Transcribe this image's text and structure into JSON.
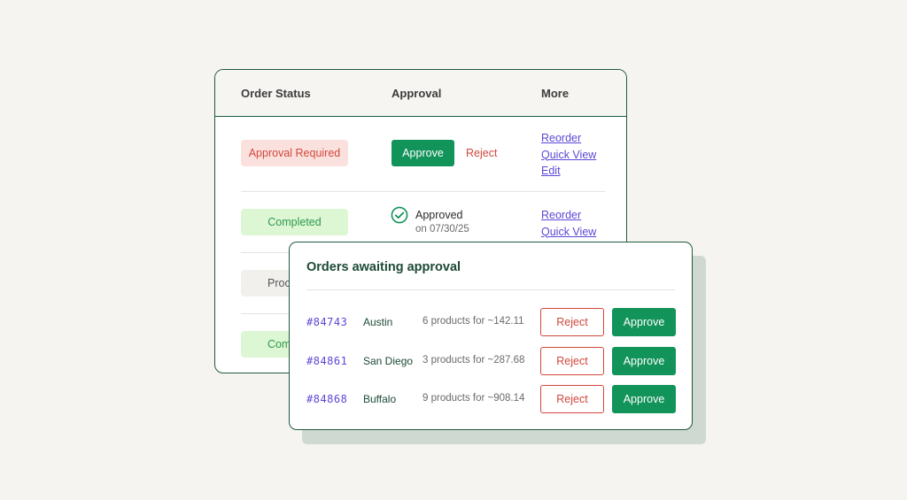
{
  "orders_table": {
    "headers": {
      "status": "Order Status",
      "approval": "Approval",
      "more": "More"
    },
    "rows": [
      {
        "status": "Approval Required",
        "approve_label": "Approve",
        "reject_label": "Reject",
        "links": [
          "Reorder",
          "Quick View",
          "Edit"
        ]
      },
      {
        "status": "Completed",
        "approval_status": "Approved",
        "approval_date": "on 07/30/25",
        "links": [
          "Reorder",
          "Quick View"
        ]
      },
      {
        "status": "Proc"
      },
      {
        "status": "Com"
      }
    ]
  },
  "awaiting_panel": {
    "title": "Orders awaiting approval",
    "orders": [
      {
        "id": "#84743",
        "city": "Austin",
        "summary": "6 products for ~142.11",
        "reject_label": "Reject",
        "approve_label": "Approve"
      },
      {
        "id": "#84861",
        "city": "San Diego",
        "summary": "3 products for ~287.68",
        "reject_label": "Reject",
        "approve_label": "Approve"
      },
      {
        "id": "#84868",
        "city": "Buffalo",
        "summary": "9 products for ~908.14",
        "reject_label": "Reject",
        "approve_label": "Approve"
      }
    ]
  },
  "colors": {
    "accent_green": "#12935a",
    "danger_red": "#d0473b",
    "link_purple": "#5b48d6",
    "border_dark_green": "#1f5a3f"
  }
}
